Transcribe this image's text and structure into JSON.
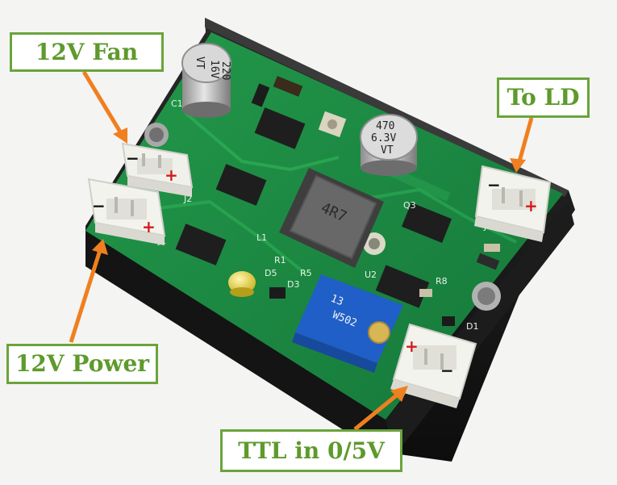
{
  "callouts": {
    "fan": "12V Fan",
    "ld": "To LD",
    "power": "12V Power",
    "ttl": "TTL in 0/5V"
  },
  "board": {
    "cap_left": [
      "VT",
      "16V",
      "220"
    ],
    "cap_right": [
      "470",
      "6.3V",
      "VT"
    ],
    "inductor": "4R7",
    "trimmer": [
      "13",
      "W502"
    ],
    "refs": {
      "c1": "C1",
      "j1": "J1",
      "j2": "J2",
      "j3": "J3",
      "d1": "D1",
      "d3": "D3",
      "d5": "D5",
      "l1": "L1",
      "r1": "R1",
      "r5": "R5",
      "r8": "R8",
      "u2": "U2",
      "q3": "Q3"
    }
  },
  "polarity": {
    "minus": "−",
    "plus": "+"
  },
  "colors": {
    "callout_border": "#6aa43a",
    "callout_text": "#5e9a2c",
    "arrow": "#f07f1f",
    "pcb": "#1d8a3e",
    "heatsink": "#161616",
    "polarity_plus": "#d21b1b"
  }
}
